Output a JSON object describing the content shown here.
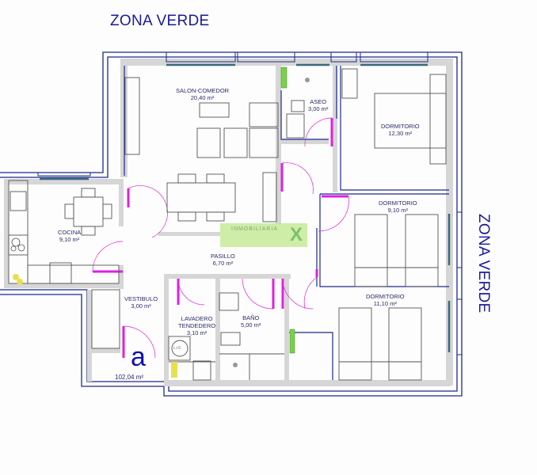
{
  "labels": {
    "zona_verde_top": "ZONA VERDE",
    "zona_verde_right": "ZONA VERDE",
    "unit_letter": "a",
    "total_area": "102,04 m²"
  },
  "rooms": [
    {
      "id": "salon",
      "name": "SALON-COMEDOR",
      "area": "20,40 m²"
    },
    {
      "id": "aseo",
      "name": "ASEO",
      "area": "3,00 m²"
    },
    {
      "id": "dormitorio1",
      "name": "DORMITORIO",
      "area": "12,30 m²"
    },
    {
      "id": "cocina",
      "name": "COCINA",
      "area": "9,10 m²"
    },
    {
      "id": "dormitorio2",
      "name": "DORMITORIO",
      "area": "9,10 m²"
    },
    {
      "id": "pasillo",
      "name": "PASILLO",
      "area": "6,70 m²"
    },
    {
      "id": "vestibulo",
      "name": "VESTIBULO",
      "area": "3,00 m²"
    },
    {
      "id": "lavadero",
      "name": "LAVADERO TENDEDERO",
      "name_line1": "LAVADERO",
      "name_line2": "TENDEDERO",
      "area": "3,10 m²"
    },
    {
      "id": "bano",
      "name": "BAÑO",
      "area": "5,00 m²"
    },
    {
      "id": "dormitorio3",
      "name": "DORMITORIO",
      "area": "11,10 m²"
    }
  ],
  "appliances": {
    "washer_label": "L+S"
  },
  "watermark": {
    "text": "INMOBILIARIA",
    "mark": "X"
  },
  "colors": {
    "wall_outline": "#1c2a8c",
    "wall_fill": "#d4d4d4",
    "door": "#e020e0",
    "furniture": "#555555",
    "window": "#3a6a7a",
    "text": "#1a1a9c"
  }
}
